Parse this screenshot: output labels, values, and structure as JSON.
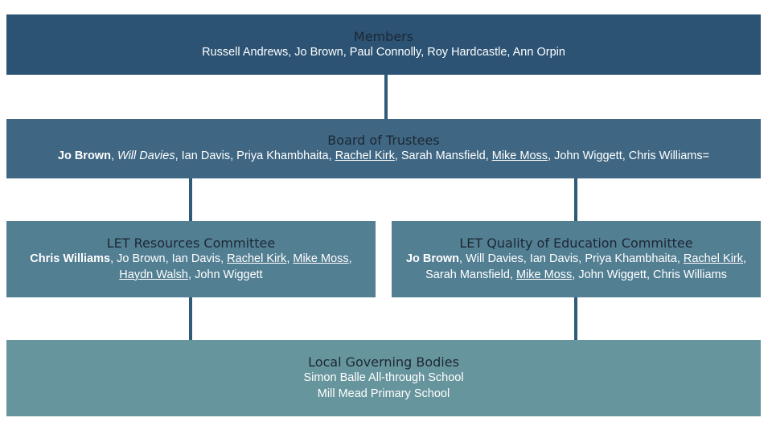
{
  "members": {
    "title": "Members",
    "names": "Russell Andrews, Jo Brown, Paul Connolly, Roy Hardcastle, Ann Orpin"
  },
  "board": {
    "title": "Board of Trustees",
    "people": [
      {
        "name": "Jo Brown",
        "sep": ", "
      },
      {
        "name": "Will Davies",
        "sep": ", "
      },
      {
        "name": "Ian Davis",
        "sep": ", "
      },
      {
        "name": "Priya Khambhaita",
        "sep": ", "
      },
      {
        "name": "Rachel Kirk",
        "sep": ", "
      },
      {
        "name": "Sarah Mansfield",
        "sep": ", "
      },
      {
        "name": "Mike Moss",
        "sep": ", "
      },
      {
        "name": "John Wiggett",
        "sep": ", "
      },
      {
        "name": "Chris Williams=",
        "sep": ""
      }
    ]
  },
  "resources": {
    "title": "LET Resources Committee",
    "people": [
      {
        "name": "Chris Williams",
        "sep": ", "
      },
      {
        "name": "Jo Brown",
        "sep": ", "
      },
      {
        "name": "Ian Davis",
        "sep": ", "
      },
      {
        "name": "Rachel Kirk",
        "sep": ", "
      },
      {
        "name": "Mike Moss",
        "sep": ", "
      },
      {
        "name": "Haydn Walsh",
        "sep": ", "
      },
      {
        "name": "John Wiggett",
        "sep": ""
      }
    ]
  },
  "quality": {
    "title": "LET Quality of Education Committee",
    "people": [
      {
        "name": "Jo Brown",
        "sep": ", "
      },
      {
        "name": "Will Davies",
        "sep": ", "
      },
      {
        "name": "Ian Davis",
        "sep": ", "
      },
      {
        "name": "Priya Khambhaita",
        "sep": ", "
      },
      {
        "name": "Rachel Kirk",
        "sep": ", "
      },
      {
        "name": "Sarah Mansfield",
        "sep": ", "
      },
      {
        "name": "Mike Moss",
        "sep": ", "
      },
      {
        "name": "John Wiggett",
        "sep": ", "
      },
      {
        "name": "Chris Williams",
        "sep": ""
      }
    ]
  },
  "lgb": {
    "title": "Local Governing Bodies",
    "schools": [
      "Simon Balle All-through School",
      "Mill Mead Primary School"
    ]
  }
}
